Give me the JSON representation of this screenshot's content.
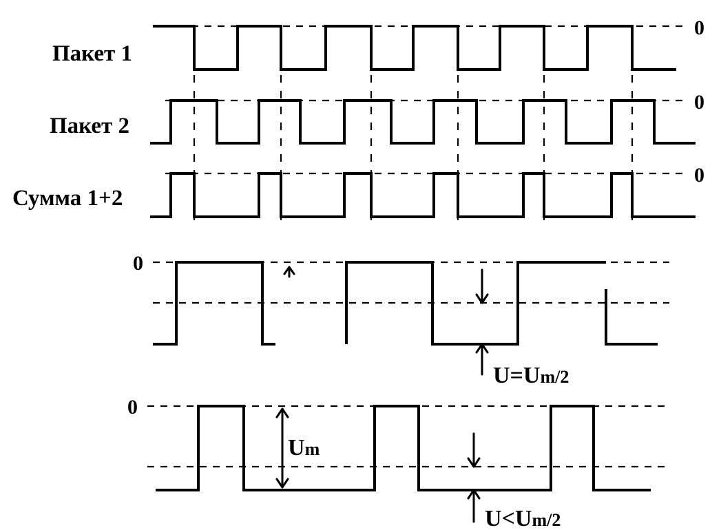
{
  "diagram": {
    "rows": [
      {
        "label": "Пакет 1",
        "zero_label": "0"
      },
      {
        "label": "Пакет 2",
        "zero_label": "0"
      },
      {
        "label": "Сумма 1+2",
        "zero_label": "0"
      }
    ],
    "lower_panels": [
      {
        "zero_label": "0",
        "annotation": "U=Um/2",
        "annotation_main": "U=U",
        "annotation_sub": "m/2"
      },
      {
        "zero_label": "0",
        "amplitude_label_main": "U",
        "amplitude_label_sub": "m",
        "annotation": "U<Um/2",
        "annotation_main": "U<U",
        "annotation_sub": "m/2"
      }
    ]
  }
}
